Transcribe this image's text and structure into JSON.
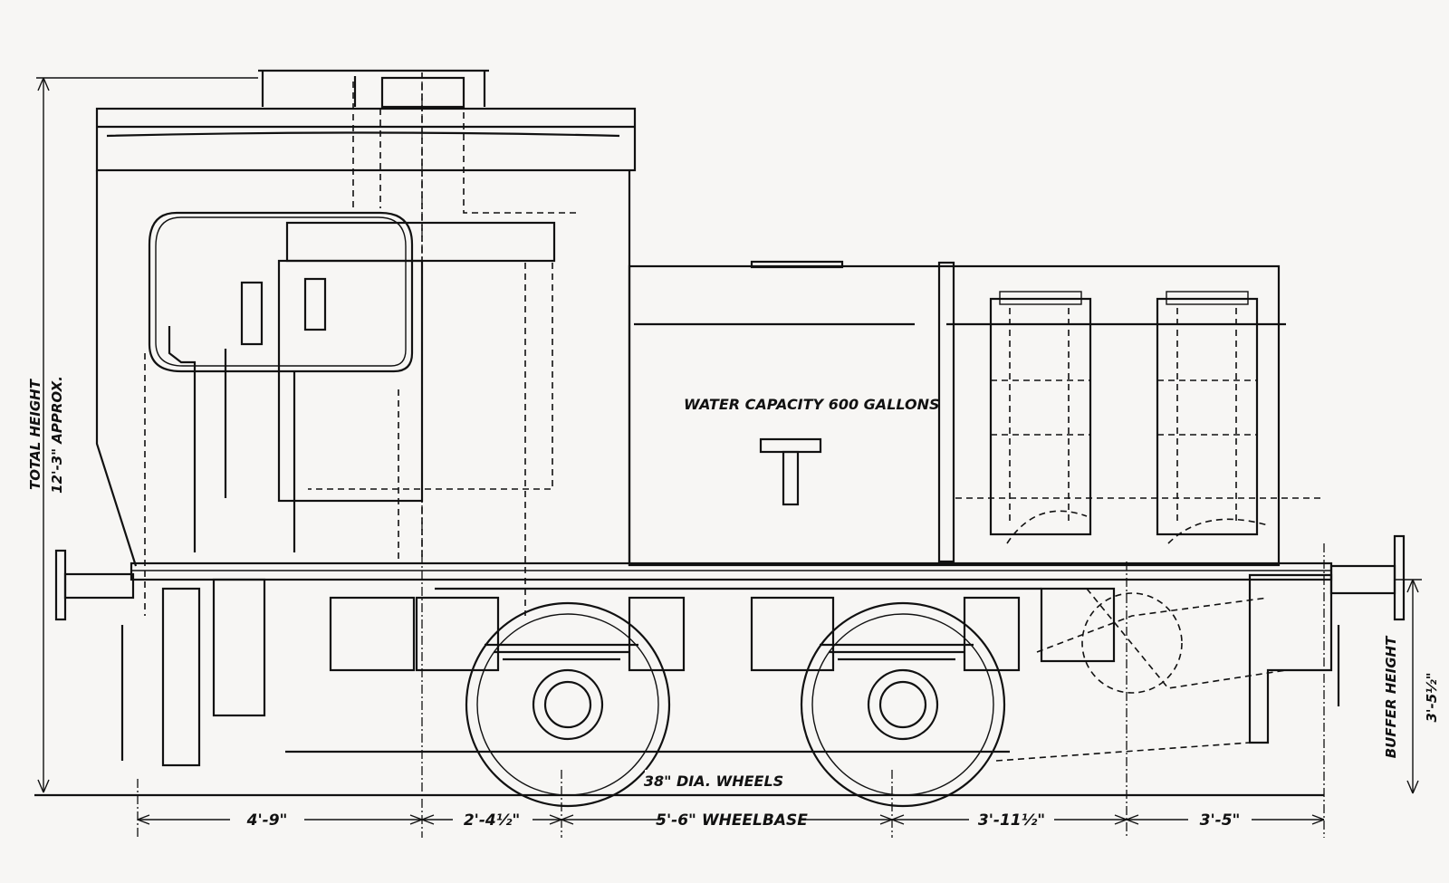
{
  "labels": {
    "total_height": "TOTAL HEIGHT",
    "total_height_value": "12'-3\" APPROX.",
    "water_capacity": "WATER CAPACITY 600 GALLONS",
    "wheels": "38\" DIA. WHEELS",
    "buffer_height": "BUFFER HEIGHT",
    "buffer_height_value": "3'-5½\""
  },
  "dimensions": [
    "4'-9\"",
    "2'-4½\"",
    "5'-6\" WHEELBASE",
    "3'-11½\"",
    "3'-5\""
  ]
}
